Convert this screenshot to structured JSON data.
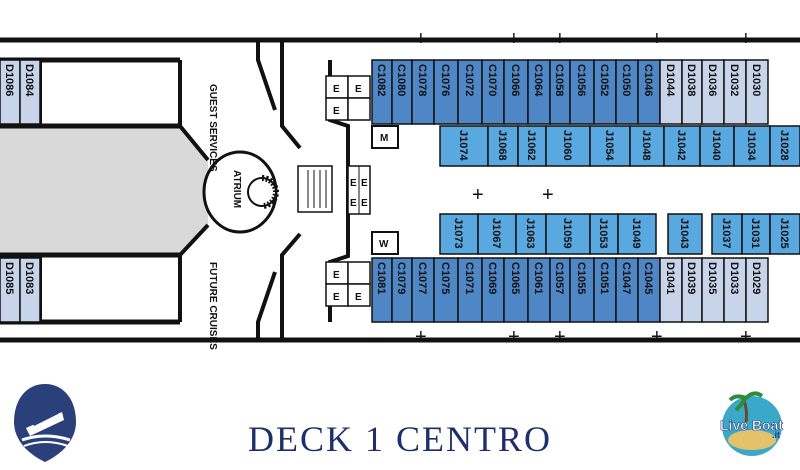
{
  "title": "DECK 1 CENTRO",
  "areas": {
    "guest_services": "GUEST SERVICES",
    "atrium": "ATRIUM",
    "future_cruises": "FUTURE CRUISES"
  },
  "restrooms": {
    "men": "M",
    "women": "W",
    "elevator": "E"
  },
  "cabins_top": [
    "D1086",
    "D1084",
    "C1082",
    "C1080",
    "C1078",
    "C1076",
    "C1072",
    "C1070",
    "C1066",
    "C1064",
    "C1058",
    "C1056",
    "C1052",
    "C1050",
    "C1046",
    "D1044",
    "D1038",
    "D1036",
    "D1032",
    "D1030"
  ],
  "cabins_mid_top": [
    "J1074",
    "J1068",
    "J1062",
    "J1060",
    "J1054",
    "J1048",
    "J1042",
    "J1040",
    "J1034",
    "J1028"
  ],
  "cabins_mid_bottom": [
    "J1073",
    "J1067",
    "J1063",
    "J1059",
    "J1053",
    "J1049",
    "J1043",
    "J1037",
    "J1031",
    "J1025"
  ],
  "cabins_bottom": [
    "D1085",
    "D1083",
    "C1081",
    "C1079",
    "C1077",
    "C1075",
    "C1071",
    "C1069",
    "C1065",
    "C1061",
    "C1057",
    "C1055",
    "C1051",
    "C1047",
    "C1045",
    "D1041",
    "D1039",
    "D1035",
    "D1033",
    "D1029"
  ],
  "colors": {
    "category_c": "#4f86c6",
    "category_d": "#c7d4ea",
    "category_j": "#5aa8e0",
    "hull": "#111111",
    "public": "#d9d9d9",
    "title": "#1f2f6b"
  },
  "logos": {
    "brand_right": "Live Boat",
    "brand_right_suffix": ".it"
  }
}
